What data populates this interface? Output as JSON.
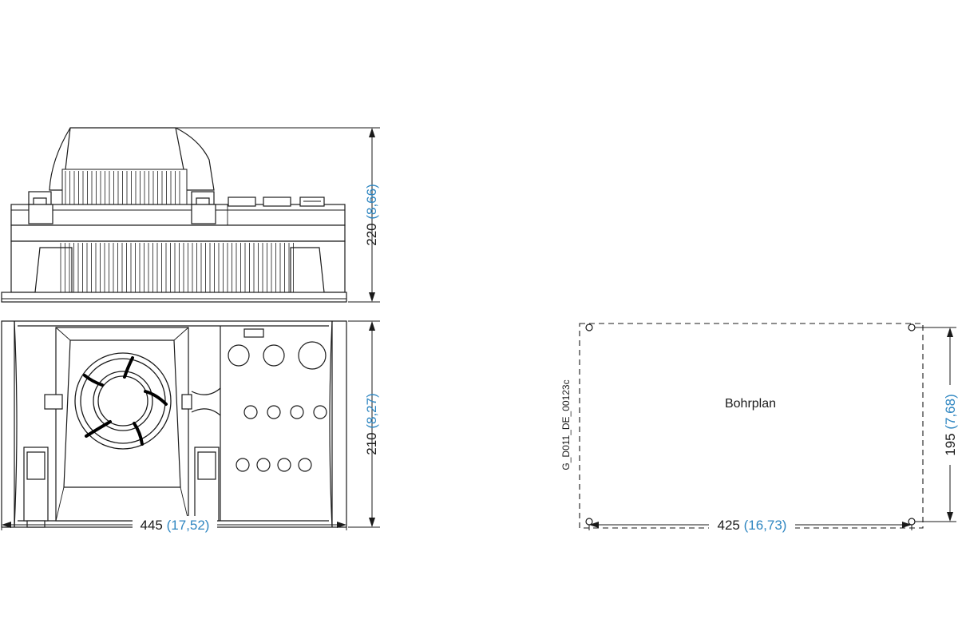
{
  "dimensions": {
    "height_side": {
      "mm": "220",
      "inch": "(8,66)"
    },
    "depth_top": {
      "mm": "210",
      "inch": "(8,27)"
    },
    "width_total": {
      "mm": "445",
      "inch": "(17,52)"
    },
    "hole_spacing_width": {
      "mm": "425",
      "inch": "(16,73)"
    },
    "hole_spacing_height": {
      "mm": "195",
      "inch": "(7,68)"
    }
  },
  "drill_plan": {
    "label": "Bohrplan"
  },
  "drawing_code": "G_D011_DE_00123c",
  "colors": {
    "line": "#1a1a1a",
    "inch": "#2e86c1"
  }
}
